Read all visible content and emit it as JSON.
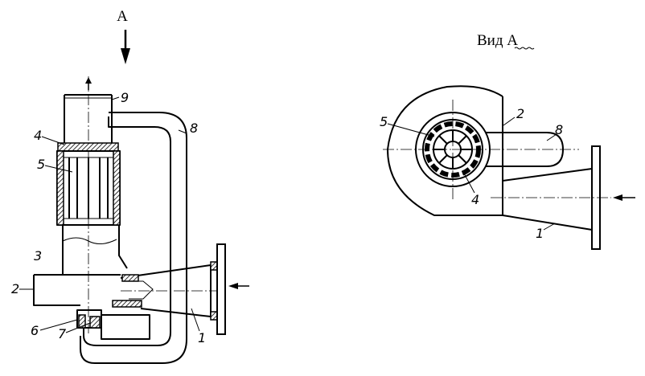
{
  "view_a_letter": "А",
  "view_a_title": "Вид А",
  "labels_left": {
    "n1": "1",
    "n2": "2",
    "n3": "3",
    "n4": "4",
    "n5": "5",
    "n6": "6",
    "n7": "7",
    "n8": "8",
    "n9": "9"
  },
  "labels_right": {
    "n1": "1",
    "n2": "2",
    "n4": "4",
    "n5": "5",
    "n8": "8"
  }
}
